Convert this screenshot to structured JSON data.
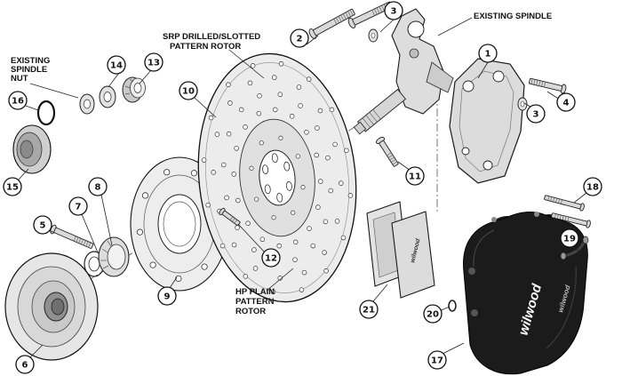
{
  "diagram": {
    "title": "Brake assembly exploded view",
    "labels": {
      "existing_spindle": "EXISTING SPINDLE",
      "existing_spindle_nut_1": "EXISTING",
      "existing_spindle_nut_2": "SPINDLE",
      "existing_spindle_nut_3": "NUT",
      "srp_rotor_1": "SRP DRILLED/SLOTTED",
      "srp_rotor_2": "PATTERN ROTOR",
      "hp_rotor_1": "HP PLAIN",
      "hp_rotor_2": "PATTERN",
      "hp_rotor_3": "ROTOR",
      "caliper_logo": "wilwood",
      "pad_logo": "wilwood"
    },
    "callouts": {
      "n1": "1",
      "n2": "2",
      "n3": "3",
      "n4": "4",
      "n5": "5",
      "n6": "6",
      "n7": "7",
      "n8": "8",
      "n9": "9",
      "n10": "10",
      "n11": "11",
      "n12": "12",
      "n13": "13",
      "n14": "14",
      "n15": "15",
      "n16": "16",
      "n17": "17",
      "n18": "18",
      "n19": "19",
      "n20": "20",
      "n21": "21"
    },
    "colors": {
      "line": "#1a1a1a",
      "metal_light": "#ececec",
      "metal_mid": "#cfcfcf",
      "caliper_body": "#1b1b1b"
    }
  }
}
